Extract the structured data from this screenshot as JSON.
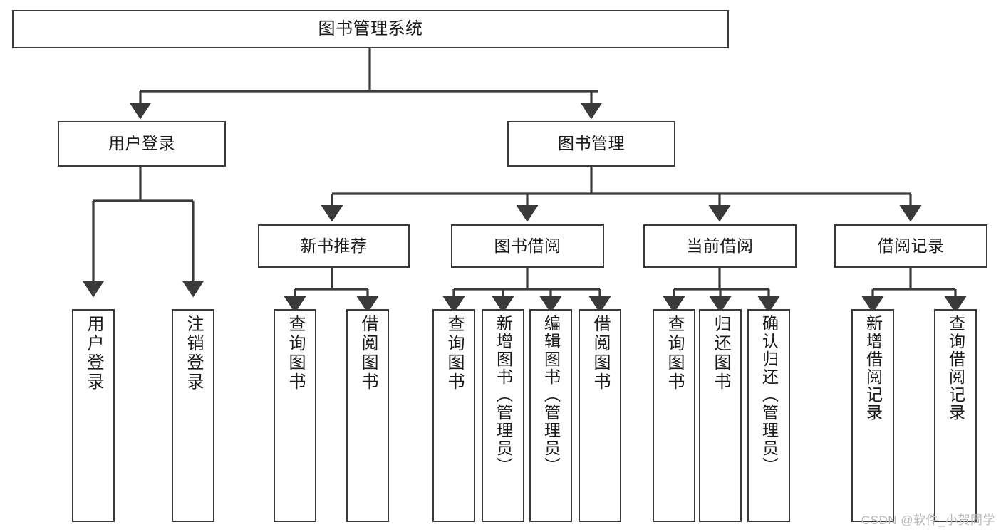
{
  "diagram": {
    "title": "图书管理系统",
    "type": "tree-hierarchy",
    "watermark": "CSDN @软件_小贺同学",
    "colors": {
      "box_border": "#3a3a3a",
      "box_fill": "#ffffff",
      "edge": "#3a3a3a",
      "text": "#1a1a1a",
      "watermark": "#b8b8b8",
      "background": "#ffffff"
    },
    "nodes": {
      "root": {
        "label": "图书管理系统"
      },
      "level2": [
        {
          "id": "user-login",
          "label": "用户登录"
        },
        {
          "id": "book-management",
          "label": "图书管理"
        }
      ],
      "level3": [
        {
          "id": "new-book-recommend",
          "label": "新书推荐"
        },
        {
          "id": "book-borrow",
          "label": "图书借阅"
        },
        {
          "id": "current-borrow",
          "label": "当前借阅"
        },
        {
          "id": "borrow-record",
          "label": "借阅记录"
        }
      ],
      "leaves": {
        "user-login": [
          {
            "id": "leaf-user-login",
            "label": "用户登录"
          },
          {
            "id": "leaf-logout",
            "label": "注销登录"
          }
        ],
        "new-book-recommend": [
          {
            "id": "leaf-query-book-1",
            "label": "查询图书"
          },
          {
            "id": "leaf-borrow-book-1",
            "label": "借阅图书"
          }
        ],
        "book-borrow": [
          {
            "id": "leaf-query-book-2",
            "label": "查询图书"
          },
          {
            "id": "leaf-add-book",
            "label": "新增图书（管理员）"
          },
          {
            "id": "leaf-edit-book",
            "label": "编辑图书（管理员）"
          },
          {
            "id": "leaf-borrow-book-2",
            "label": "借阅图书"
          }
        ],
        "current-borrow": [
          {
            "id": "leaf-query-book-3",
            "label": "查询图书"
          },
          {
            "id": "leaf-return-book",
            "label": "归还图书"
          },
          {
            "id": "leaf-confirm-return",
            "label": "确认归还（管理员）"
          }
        ],
        "borrow-record": [
          {
            "id": "leaf-add-record",
            "label": "新增借阅记录"
          },
          {
            "id": "leaf-query-record",
            "label": "查询借阅记录"
          }
        ]
      }
    }
  }
}
